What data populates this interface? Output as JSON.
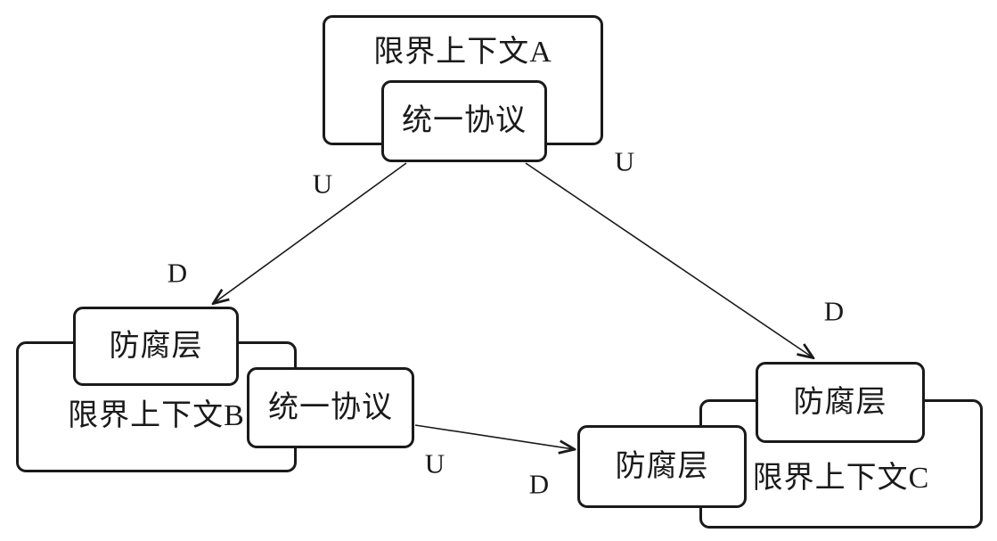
{
  "diagram": {
    "type": "bounded-context-map",
    "stroke_color": "#1a1a1a",
    "background_color": "#ffffff",
    "contexts": {
      "a": {
        "label": "限界上下文A",
        "published_language": "统一协议"
      },
      "b": {
        "label": "限界上下文B",
        "acl": "防腐层",
        "published_language": "统一协议"
      },
      "c": {
        "label": "限界上下文C",
        "acl_from_a": "防腐层",
        "acl_from_b": "防腐层"
      }
    },
    "relations": [
      {
        "from": "限界上下文A 统一协议",
        "to": "限界上下文B 防腐层",
        "upstream_label": "U",
        "downstream_label": "D"
      },
      {
        "from": "限界上下文A 统一协议",
        "to": "限界上下文C 防腐层",
        "upstream_label": "U",
        "downstream_label": "D"
      },
      {
        "from": "限界上下文B 统一协议",
        "to": "限界上下文C 防腐层",
        "upstream_label": "U",
        "downstream_label": "D"
      }
    ]
  }
}
